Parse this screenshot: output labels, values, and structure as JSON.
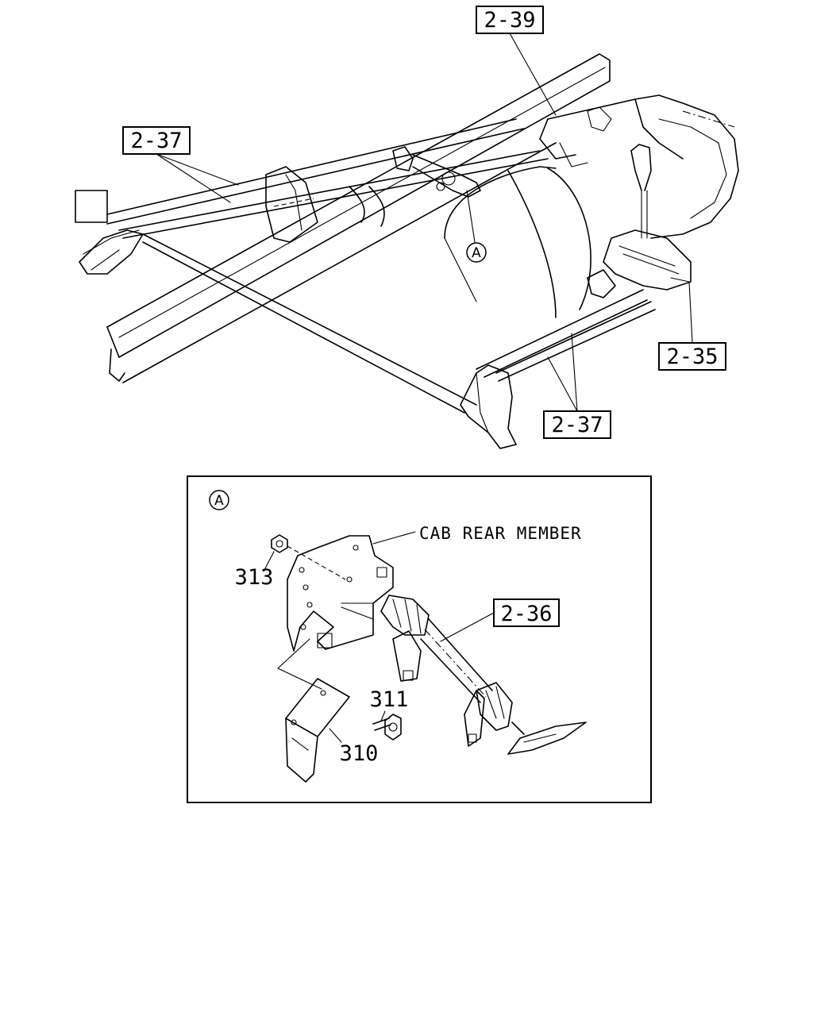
{
  "callouts": {
    "top_2_39": "2-39",
    "top_2_37_left": "2-37",
    "top_2_35": "2-35",
    "top_2_37_bottom": "2-37",
    "marker_a_top": "A",
    "detail_marker": "A",
    "detail_cab_rear_member": "CAB REAR MEMBER",
    "detail_2_36": "2-36",
    "detail_313": "313",
    "detail_311": "311",
    "detail_310": "310"
  }
}
